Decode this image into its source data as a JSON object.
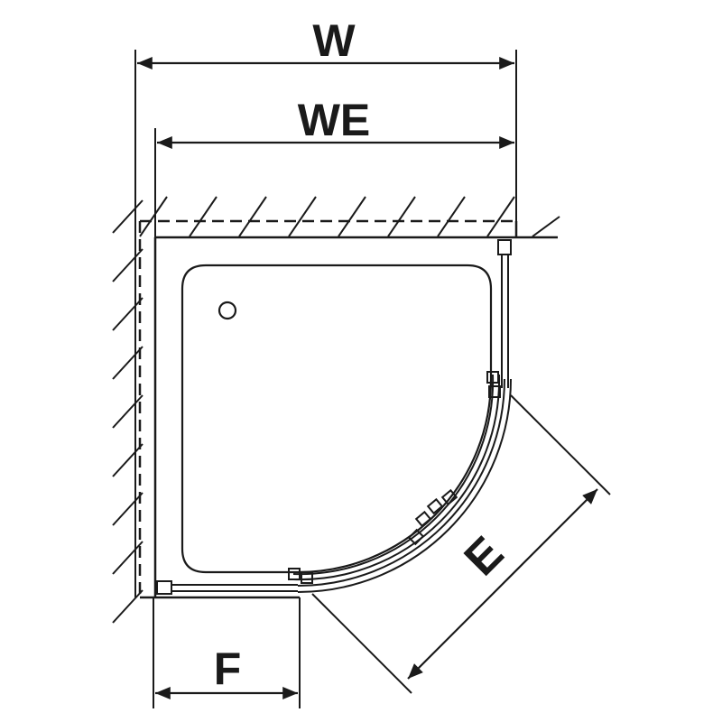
{
  "diagram": {
    "labels": {
      "w": "W",
      "we": "WE",
      "e": "E",
      "f": "F"
    },
    "colors": {
      "ink": "#1a1a1a",
      "background": "#ffffff"
    }
  }
}
